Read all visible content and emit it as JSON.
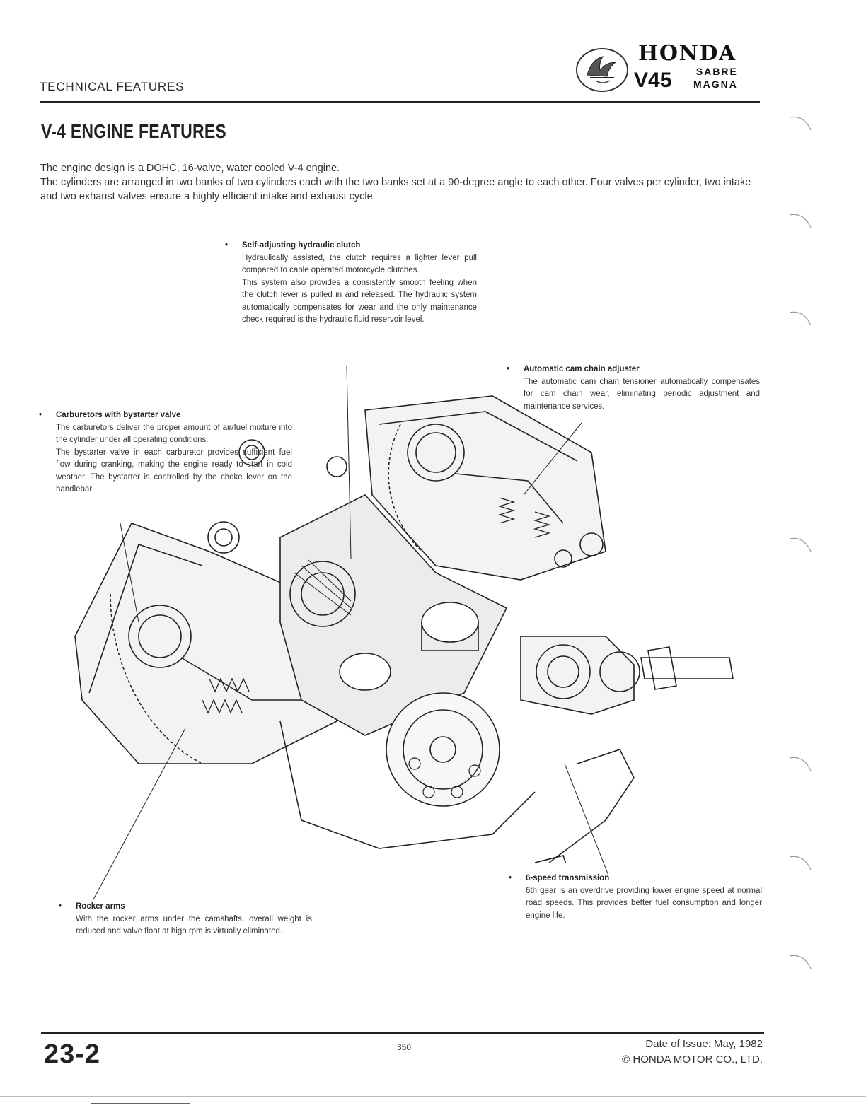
{
  "header": {
    "section_label": "TECHNICAL FEATURES",
    "brand": "HONDA",
    "model": "V45",
    "model_lines": [
      "SABRE",
      "MAGNA"
    ]
  },
  "title": "V-4 ENGINE FEATURES",
  "intro": [
    "The engine design is a DOHC, 16-valve, water cooled V-4 engine.",
    "The cylinders are arranged in two banks of two cylinders each with the two banks set at a 90-degree angle to each other. Four valves per cylinder, two intake and two exhaust valves ensure a highly efficient intake and exhaust cycle."
  ],
  "callouts": {
    "clutch": {
      "title": "Self-adjusting hydraulic clutch",
      "p1": "Hydraulically assisted, the clutch requires a lighter lever pull compared to cable operated motorcycle clutches.",
      "p2": "This system also provides a consistently smooth feeling when the clutch lever is pulled in and released. The hydraulic system automatically compensates for wear and the only maintenance check required is the hydraulic fluid reservoir level."
    },
    "cam_chain": {
      "title": "Automatic cam chain adjuster",
      "p1": "The automatic cam chain tensioner automatically compensates for cam chain wear, eliminating periodic adjustment and maintenance services."
    },
    "carburetors": {
      "title": "Carburetors with bystarter valve",
      "p1": "The carburetors deliver the proper amount of air/fuel mixture into the cylinder under all operating conditions.",
      "p2": "The bystarter valve in each carburetor provides sufficient fuel flow during cranking, making the engine ready to start in cold weather. The bystarter is controlled by the choke lever on the handlebar."
    },
    "transmission": {
      "title": "6-speed transmission",
      "p1": "6th gear is an overdrive providing lower engine speed at normal road speeds. This provides better fuel consumption and longer engine life."
    },
    "rocker": {
      "title": "Rocker arms",
      "p1": "With the rocker arms under the camshafts, overall weight is reduced and valve float at high rpm is virtually eliminated."
    }
  },
  "footer": {
    "page_number": "23-2",
    "sheet_number": "350",
    "issue_date": "Date of Issue: May, 1982",
    "copyright": "© HONDA MOTOR CO., LTD."
  },
  "icons": {
    "logo": "honda-wing-emblem-icon",
    "figure": "v4-engine-cutaway-illustration"
  }
}
